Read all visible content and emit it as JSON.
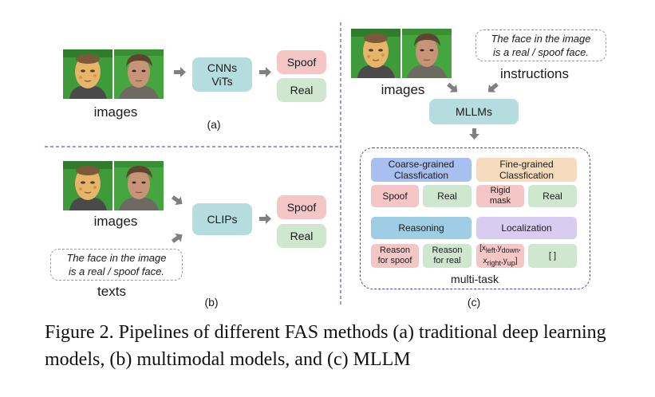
{
  "panel_a": {
    "images_label": "images",
    "model": "CNNs\nViTs",
    "spoof": "Spoof",
    "real": "Real",
    "tag": "(a)"
  },
  "panel_b": {
    "images_label": "images",
    "model": "CLIPs",
    "spoof": "Spoof",
    "real": "Real",
    "prompt": "The face in the image\nis a real / spoof face.",
    "texts_label": "texts",
    "tag": "(b)"
  },
  "panel_c": {
    "prompt": "The face in the image\nis a real / spoof face.",
    "instructions_label": "instructions",
    "images_label": "images",
    "model": "MLLMs",
    "coarse_title": "Coarse-grained\nClassfication",
    "coarse_spoof": "Spoof",
    "coarse_real": "Real",
    "fine_title": "Fine-grained\nClassfication",
    "fine_rigid": "Rigid\nmask",
    "fine_real": "Real",
    "reasoning_title": "Reasoning",
    "reason_spoof": "Reason\nfor spoof",
    "reason_real": "Reason\nfor real",
    "localization_title": "Localization",
    "loc_empty": "[ ]",
    "multitask_label": "multi-task",
    "tag": "(c)"
  },
  "caption": "Figure 2. Pipelines of different FAS methods (a) traditional deep learning models, (b) multimodal models, and (c) MLLM",
  "colors": {
    "model_box": "#b5dde0",
    "spoof_box": "#f5c6c6",
    "real_box": "#cfe6cf",
    "divider": "#5a5fb0",
    "arrow": "#808080"
  }
}
